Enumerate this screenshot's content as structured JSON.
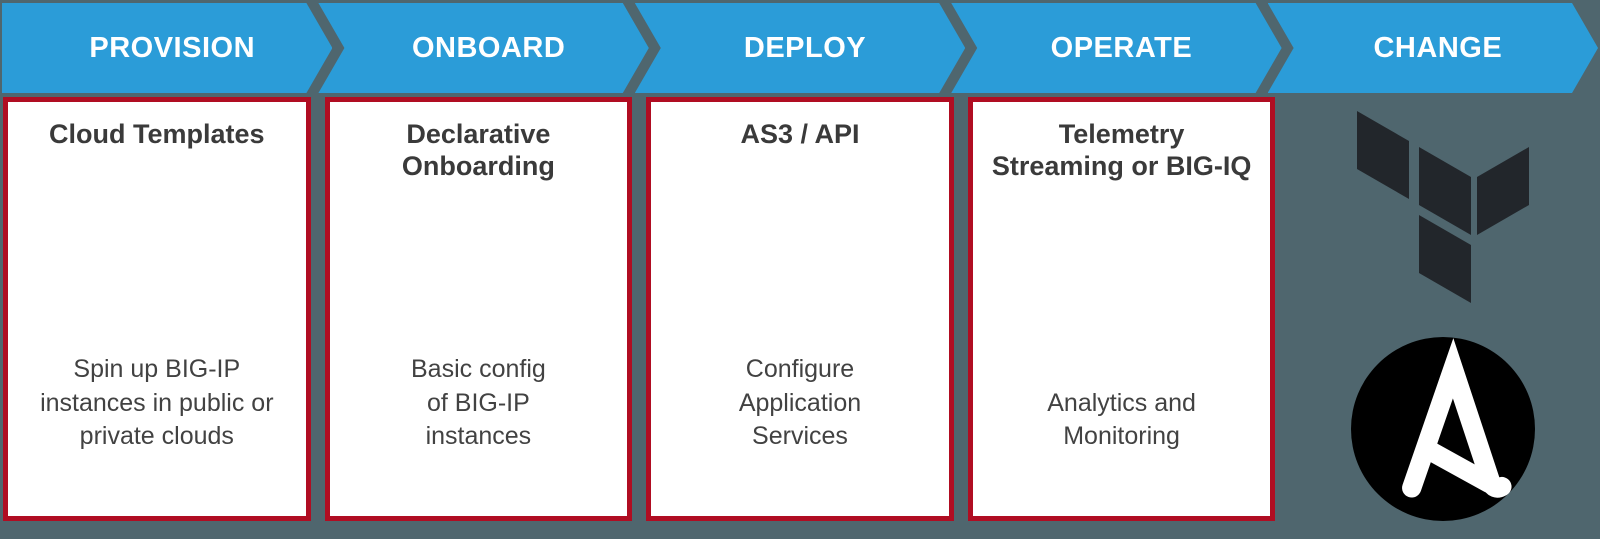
{
  "pipeline": {
    "stages": [
      {
        "label": "PROVISION",
        "card": {
          "title": "Cloud Templates",
          "body": "Spin up BIG-IP\ninstances in public or\nprivate clouds"
        }
      },
      {
        "label": "ONBOARD",
        "card": {
          "title": "Declarative\nOnboarding",
          "body": "Basic config\nof BIG-IP\ninstances"
        }
      },
      {
        "label": "DEPLOY",
        "card": {
          "title": "AS3 / API",
          "body": "Configure\nApplication\nServices"
        }
      },
      {
        "label": "OPERATE",
        "card": {
          "title": "Telemetry\nStreaming or BIG-IQ",
          "body": "Analytics and\nMonitoring"
        }
      },
      {
        "label": "CHANGE",
        "logos": [
          "terraform",
          "ansible"
        ]
      }
    ],
    "colors": {
      "chevron_blue": "#2B9CD8",
      "background_teal": "#4F666E",
      "card_border_red": "#B00D22",
      "card_background": "#FFFFFF",
      "title_text": "#3A3A3A",
      "body_text": "#424242",
      "terraform_mark": "#22262B",
      "ansible_circle": "#000000",
      "ansible_glyph": "#FFFFFF"
    }
  }
}
